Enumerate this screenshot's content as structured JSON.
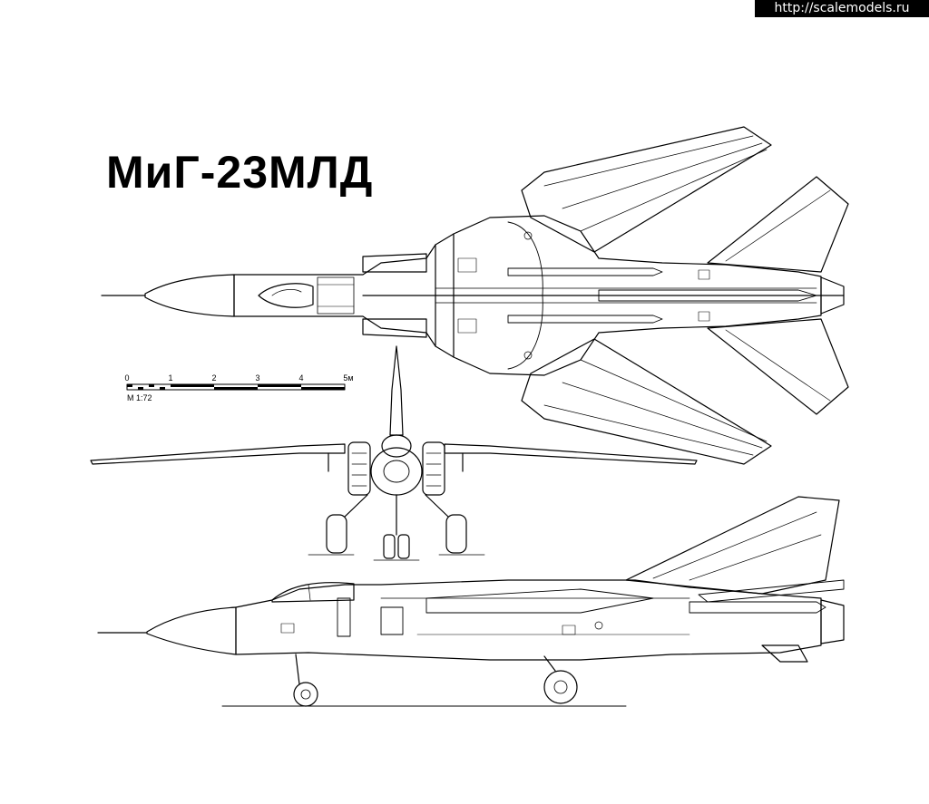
{
  "site_url": "http://scalemodels.ru",
  "title": "МиГ-23МЛД",
  "scale_bar": {
    "ticks": [
      "0",
      "1",
      "2",
      "3",
      "4",
      "5м"
    ],
    "ratio": "М 1:72"
  },
  "views": [
    "top-view",
    "front-view",
    "side-view"
  ]
}
